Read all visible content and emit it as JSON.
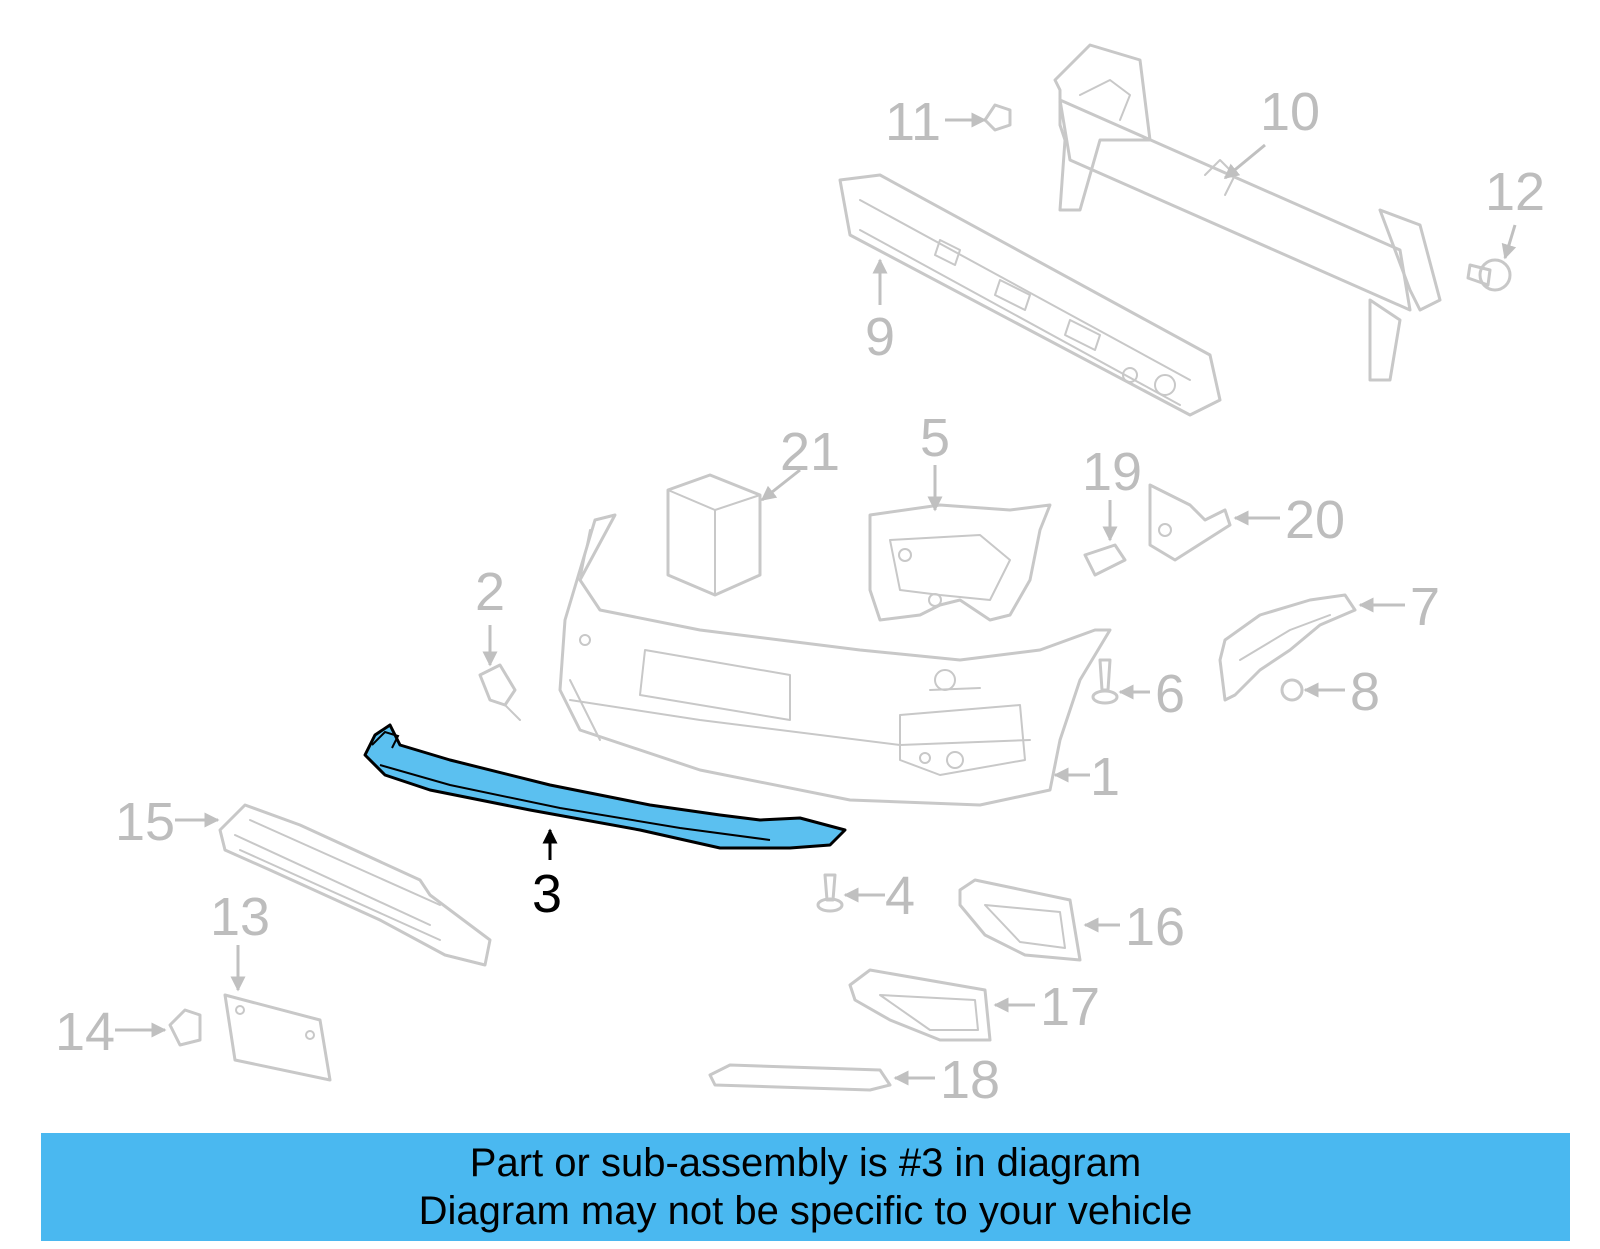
{
  "highlight_color": "#4ab8f0",
  "part_fill_color": "#5bc0f0",
  "callouts": [
    "1",
    "2",
    "3",
    "4",
    "5",
    "6",
    "7",
    "8",
    "9",
    "10",
    "11",
    "12",
    "13",
    "14",
    "15",
    "16",
    "17",
    "18",
    "19",
    "20",
    "21"
  ],
  "highlighted_callout": "3",
  "banner": {
    "line1": "Part or sub-assembly is #3 in diagram",
    "line2": "Diagram may not be specific to your vehicle"
  }
}
